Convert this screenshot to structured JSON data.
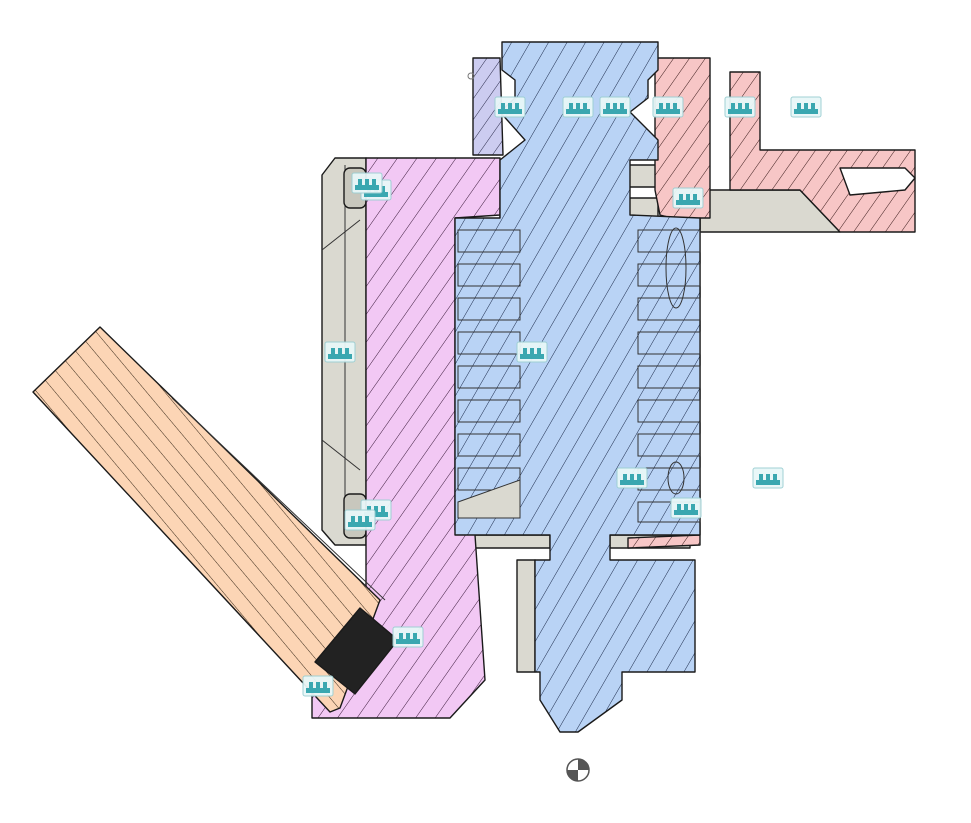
{
  "scene": {
    "view": "section-view",
    "background": "#ffffff"
  },
  "parts": [
    {
      "name": "nozzle-heatsink",
      "color": "#b9d3f5"
    },
    {
      "name": "heater-block-mount",
      "color": "#f2c8f4"
    },
    {
      "name": "fan-duct-bracket",
      "color": "#f7c6c6"
    },
    {
      "name": "cooling-fan-part",
      "color": "#fcd5b5"
    },
    {
      "name": "clip",
      "color": "#ccccf0"
    },
    {
      "name": "housing-section",
      "color": "#dad9d0"
    },
    {
      "name": "magnet",
      "color": "#222222"
    }
  ],
  "constraint_icons": {
    "icon": "flush-constraint-icon",
    "count": 18
  },
  "origin": {
    "icon": "origin-marker-icon"
  }
}
